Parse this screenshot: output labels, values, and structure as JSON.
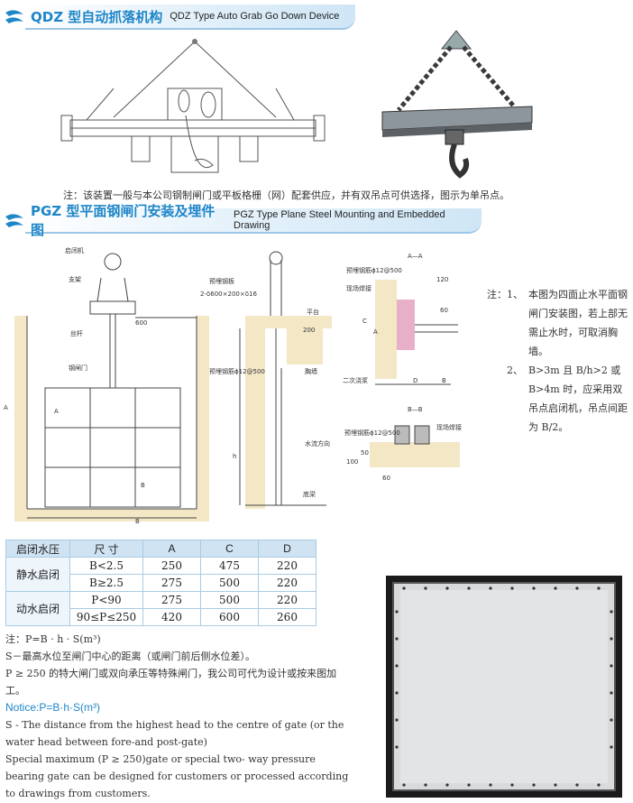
{
  "section1": {
    "title_cn": "QDZ 型自动抓落机构",
    "title_en": "QDZ Type Auto Grab Go Down  Device",
    "note": "注：该装置一般与本公司钢制闸门或平板格栅（网）配套供应，并有双吊点可供选择，图示为单吊点。"
  },
  "section2": {
    "title_cn": "PGZ 型平面钢闸门安装及埋件图",
    "title_en": "PGZ Type Plane Steel Mounting and Embedded Drawing"
  },
  "drawing_labels": {
    "hoist": "启闭机",
    "rod": "丝杆",
    "gate": "钢闸门",
    "bracket": "支架",
    "embedded_steel": "预埋钢板",
    "steel_size": "2-δ600×200×δ16",
    "embedded_bolt": "预埋钢筋ϕ12@500",
    "platform": "平台",
    "water_stop": "胸墙",
    "water_flow": "水流方向",
    "sill": "底梁",
    "dim_600": "600",
    "dim_200": "200",
    "section_aa": "A—A",
    "section_bb": "B—B",
    "label_a": "A",
    "label_b": "B",
    "label_c": "C",
    "label_d": "D",
    "label_h": "h",
    "site_weld": "现场焊接",
    "second_concrete": "二次浇浆",
    "embedded_bar_aa": "预埋钢筋ϕ12@500",
    "embedded_bar_bb": "预埋钢筋ϕ12@500",
    "site_weld_bb": "现场焊接",
    "dim_120": "120",
    "dim_60": "60",
    "dim_50": "50",
    "dim_100": "100",
    "dim_60b": "60"
  },
  "install_note": {
    "label": "注：",
    "items": [
      {
        "num": "1、",
        "text": "本图为四面止水平面钢闸门安装图，若上部无需止水时，可取消胸墙。"
      },
      {
        "num": "2、",
        "text": "B>3m 且 B/h>2 或 B>4m 时，应采用双吊点启闭机，吊点间距为 B/2。"
      }
    ]
  },
  "table": {
    "head_left": "启闭水压",
    "head_size": "尺  寸",
    "columns": [
      "A",
      "C",
      "D"
    ],
    "rows": [
      {
        "category": "静水启闭",
        "cond": "B<2.5",
        "A": "250",
        "C": "475",
        "D": "220"
      },
      {
        "category": "",
        "cond": "B≥2.5",
        "A": "275",
        "C": "500",
        "D": "220"
      },
      {
        "category": "动水启闭",
        "cond": "P<90",
        "A": "275",
        "C": "500",
        "D": "220"
      },
      {
        "category": "",
        "cond": "90≤P≤250",
        "A": "420",
        "C": "600",
        "D": "260"
      }
    ]
  },
  "formula": {
    "cn_formula": "注：P=B · h · S(m³)",
    "cn_s": "S－最高水位至闸门中心的距离（或闸门前后侧水位差）。",
    "cn_p": "P ≥ 250 的特大闸门或双向承压等特殊闸门，我公司可代为设计或按来图加工。",
    "notice": "Notice:P=B·h·S(m³)",
    "en_s": "S - The distance from the highest  head to the centre of gate (or the water head between fore-and post-gate)",
    "en_p": "Special maximum (P ≥ 250)gate or special two- way pressure bearing gate can be designed for customers or processed according to drawings from customers."
  },
  "colors": {
    "accent": "#1f86c8",
    "concrete": "#f3e7c6",
    "table_head": "#cfe3f3",
    "water_stop": "#e7b0c8"
  }
}
